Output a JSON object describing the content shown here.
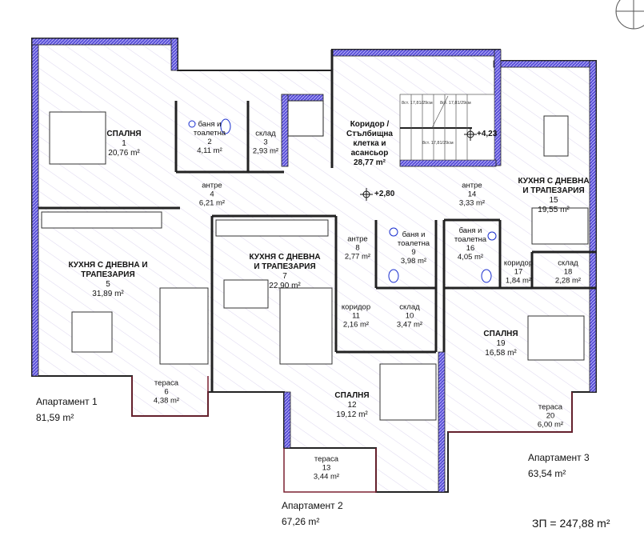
{
  "colors": {
    "wall_fill": "#5a4fd6",
    "wall_edge": "#222",
    "hatch": "#d8d0ee",
    "fixture": "#1a2fcf",
    "terrace_edge": "#7a2030"
  },
  "rooms": [
    {
      "name": "СПАЛНЯ",
      "num": "1",
      "area": "20,76 m²"
    },
    {
      "name": "баня и тоалетна",
      "num": "2",
      "area": "4,11 m²"
    },
    {
      "name": "склад",
      "num": "3",
      "area": "2,93 m²"
    },
    {
      "name": "антре",
      "num": "4",
      "area": "6,21 m²"
    },
    {
      "name": "КУХНЯ С ДНЕВНА И ТРАПЕЗАРИЯ",
      "num": "5",
      "area": "31,89 m²"
    },
    {
      "name": "тераса",
      "num": "6",
      "area": "4,38 m²"
    },
    {
      "name": "КУХНЯ С ДНЕВНА И ТРАПЕЗАРИЯ",
      "num": "7",
      "area": "22,90 m²"
    },
    {
      "name": "антре",
      "num": "8",
      "area": "2,77 m²"
    },
    {
      "name": "баня и тоалетна",
      "num": "9",
      "area": "3,98 m²"
    },
    {
      "name": "склад",
      "num": "10",
      "area": "3,47 m²"
    },
    {
      "name": "коридор",
      "num": "11",
      "area": "2,16 m²"
    },
    {
      "name": "СПАЛНЯ",
      "num": "12",
      "area": "19,12 m²"
    },
    {
      "name": "тераса",
      "num": "13",
      "area": "3,44 m²"
    },
    {
      "name": "антре",
      "num": "14",
      "area": "3,33 m²"
    },
    {
      "name": "КУХНЯ С ДНЕВНА И ТРАПЕЗАРИЯ",
      "num": "15",
      "area": "19,55 m²"
    },
    {
      "name": "баня и тоалетна",
      "num": "16",
      "area": "4,05 m²"
    },
    {
      "name": "коридор",
      "num": "17",
      "area": "1,84 m²"
    },
    {
      "name": "склад",
      "num": "18",
      "area": "2,28 m²"
    },
    {
      "name": "СПАЛНЯ",
      "num": "19",
      "area": "16,58 m²"
    },
    {
      "name": "тераса",
      "num": "20",
      "area": "6,00 m²"
    }
  ],
  "common": {
    "name": "Коридор / Стълбищна клетка и асансьор",
    "area": "28,77 m²"
  },
  "levels": {
    "floor": "+2,80",
    "landing": "+4,23"
  },
  "stairs": [
    "8ст. 17,81/29см",
    "8ст. 17,81/29см",
    "8ст. 17,81/29см"
  ],
  "apartments": [
    {
      "label": "Апартамент 1",
      "area": "81,59 m²"
    },
    {
      "label": "Апартамент 2",
      "area": "67,26 m²"
    },
    {
      "label": "Апартамент 3",
      "area": "63,54 m²"
    }
  ],
  "total": "ЗП = 247,88 m²"
}
